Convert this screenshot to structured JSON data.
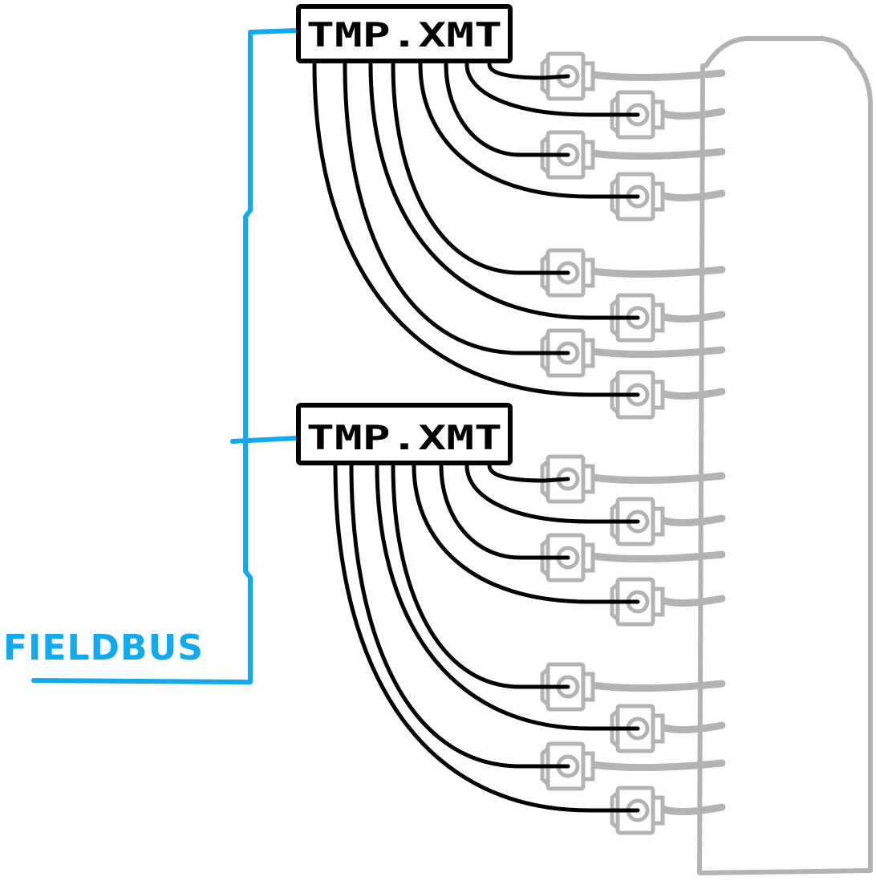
{
  "transmitters": [
    {
      "label": "TMP.XMT",
      "sensor_count": 8
    },
    {
      "label": "TMP.XMT",
      "sensor_count": 8
    }
  ],
  "fieldbus": {
    "label": "FIELDBUS",
    "color": "#11aaee"
  },
  "colors": {
    "wire": "#000000",
    "sensor": "#b3b3b3",
    "bus": "#11aaee"
  }
}
